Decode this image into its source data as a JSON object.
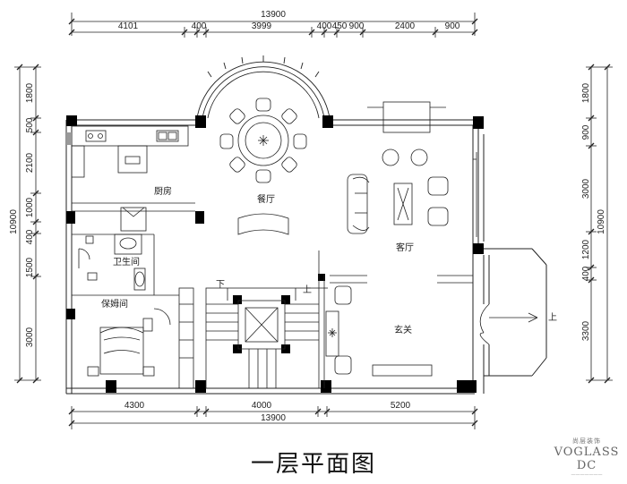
{
  "dimensions": {
    "top_overall": "13900",
    "top_segments": [
      "4101",
      "400",
      "3999",
      "400",
      "450",
      "900",
      "2400",
      "900"
    ],
    "bottom_segments": [
      "4300",
      "4000",
      "5200"
    ],
    "bottom_overall": "13900",
    "left_overall": "10900",
    "left_segments": [
      "1800",
      "500",
      "2100",
      "1000",
      "400",
      "1500",
      "3000"
    ],
    "right_overall": "10900",
    "right_segments": [
      "1800",
      "900",
      "3000",
      "1200",
      "400",
      "3300"
    ]
  },
  "rooms": {
    "kitchen": "厨房",
    "dining": "餐厅",
    "living": "客厅",
    "bathroom": "卫生间",
    "maid_room": "保姆间",
    "foyer": "玄关"
  },
  "stair_marks": {
    "down": "下",
    "up_stair": "上",
    "up_side": "上"
  },
  "title": "一层平面图",
  "logo": {
    "cn": "尚层装饰",
    "en": "VOGLASS DC"
  }
}
